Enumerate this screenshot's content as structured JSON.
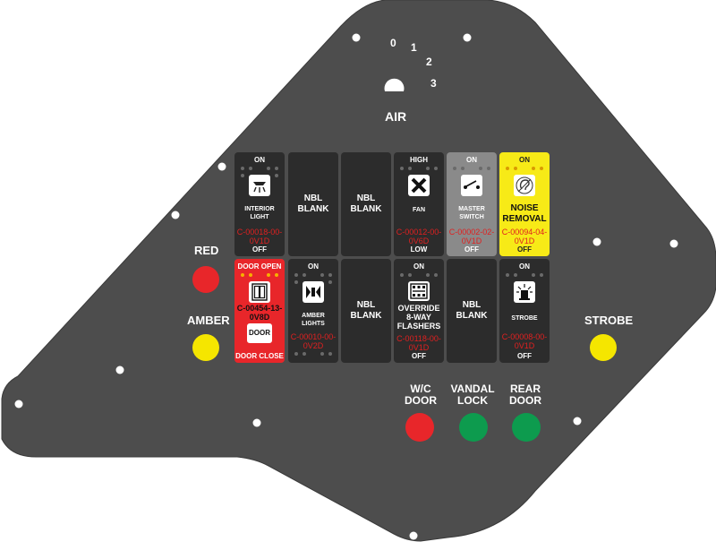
{
  "colors": {
    "panel": "#4d4d4d",
    "switch": "#2c2c2c",
    "red": "#e8262a",
    "amber": "#f5e600",
    "green": "#0d9b4e",
    "noise_bg": "#f7ea17",
    "door_bg": "#e8262a",
    "master_bg": "#8a8a8a",
    "code_text": "#e02020"
  },
  "air": {
    "label": "AIR",
    "positions": [
      "0",
      "1",
      "2",
      "3"
    ]
  },
  "side_labels": {
    "red": "RED",
    "amber": "AMBER",
    "strobe": "STROBE"
  },
  "bottom_buttons": [
    {
      "label_line1": "W/C",
      "label_line2": "DOOR",
      "color": "red"
    },
    {
      "label_line1": "VANDAL",
      "label_line2": "LOCK",
      "color": "green"
    },
    {
      "label_line1": "REAR",
      "label_line2": "DOOR",
      "color": "green"
    }
  ],
  "switches": {
    "interior_light": {
      "top": "ON",
      "name_line1": "INTERIOR",
      "name_line2": "LIGHT",
      "code_line1": "C-00018-00-",
      "code_line2": "0V1D",
      "bottom": "OFF",
      "icon": "dome-light-icon"
    },
    "nbl_blank_1": {
      "line1": "NBL",
      "line2": "BLANK"
    },
    "nbl_blank_2": {
      "line1": "NBL",
      "line2": "BLANK"
    },
    "fan": {
      "top": "HIGH",
      "name": "FAN",
      "code_line1": "C-00012-00-",
      "code_line2": "0V6D",
      "bottom": "LOW",
      "icon": "fan-x-icon"
    },
    "master_switch": {
      "top": "ON",
      "name_line1": "MASTER",
      "name_line2": "SWITCH",
      "code_line1": "C-00002-02-",
      "code_line2": "0V1D",
      "bottom": "OFF",
      "icon": "toggle-icon"
    },
    "noise_removal": {
      "top": "ON",
      "name_line1": "NOISE",
      "name_line2": "REMOVAL",
      "code_line1": "C-00094-04-",
      "code_line2": "0V1D",
      "bottom": "OFF",
      "icon": "ear-icon"
    },
    "door": {
      "top": "DOOR OPEN",
      "code_line1": "C-00454-13-",
      "code_line2": "0V8D",
      "door_word": "DOOR",
      "bottom": "DOOR CLOSE",
      "icon": "door-icon"
    },
    "amber_lights": {
      "top": "ON",
      "name_line1": "AMBER",
      "name_line2": "LIGHTS",
      "code_line1": "C-00010-00-",
      "code_line2": "0V2D",
      "icon": "beacon-icon"
    },
    "nbl_blank_3": {
      "line1": "NBL",
      "line2": "BLANK"
    },
    "override": {
      "top": "ON",
      "name_line1": "OVERRIDE",
      "name_line2": "8-WAY",
      "name_line3": "FLASHERS",
      "code_line1": "C-00118-00-",
      "code_line2": "0V1D",
      "bottom": "OFF",
      "icon": "flashers-icon"
    },
    "nbl_blank_4": {
      "line1": "NBL",
      "line2": "BLANK"
    },
    "strobe": {
      "top": "ON",
      "name": "STROBE",
      "code_line1": "C-00008-00-",
      "code_line2": "0V1D",
      "bottom": "OFF",
      "icon": "strobe-icon"
    }
  }
}
